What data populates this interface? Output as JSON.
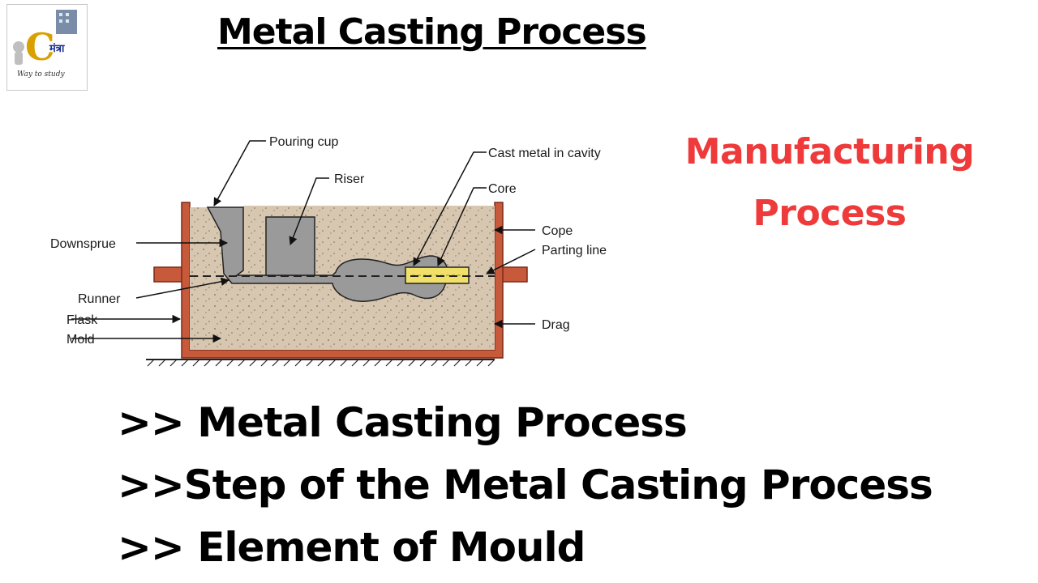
{
  "logo": {
    "tagline": "Way to study",
    "letter": "C",
    "hindi": "मंत्रा"
  },
  "title": "Metal Casting Process",
  "subject": {
    "line1": "Manufacturing",
    "line2": "Process"
  },
  "diagram_labels": {
    "pouring_cup": "Pouring cup",
    "riser": "Riser",
    "cast_metal": "Cast metal in cavity",
    "core": "Core",
    "downsprue": "Downsprue",
    "runner": "Runner",
    "flask": "Flask",
    "mold": "Mold",
    "cope": "Cope",
    "parting_line": "Parting line",
    "drag": "Drag"
  },
  "bullets": [
    ">> Metal Casting Process",
    ">>Step of the Metal Casting Process",
    ">> Element of Mould"
  ],
  "colors": {
    "accent_red": "#ee3a3a",
    "sand": "#d8c7b0",
    "flask": "#c85a3c",
    "metal": "#9a9a9a",
    "core": "#f0e06a"
  }
}
